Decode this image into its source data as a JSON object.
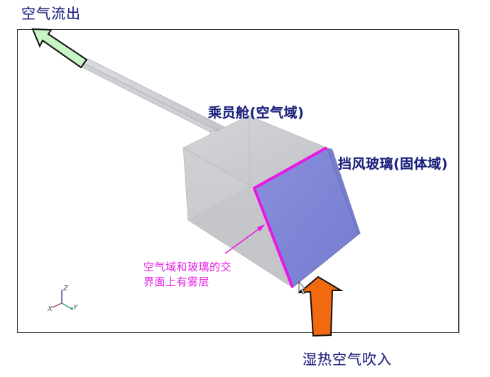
{
  "diagram": {
    "labels": {
      "air_outlet": "空气流出",
      "cabin": "乘员舱(空气域)",
      "windshield": "挡风玻璃(固体域)",
      "interface_note_line1": "空气域和玻璃的交",
      "interface_note_line2": "界面上有雾层",
      "air_inlet": "湿热空气吹入"
    },
    "axes": {
      "x": "X",
      "y": "Y",
      "z": "Z"
    },
    "colors": {
      "label_text": "#1a1f7a",
      "interface_highlight": "#e619e6",
      "glass_fill": "#7f86d8",
      "air_domain_fill": "#c8c9cd",
      "outlet_arrow": "#c8f5c4",
      "inlet_arrow": "#f26a0f",
      "axis_x": "#a0524a",
      "axis_y": "#3aa46a",
      "axis_z": "#3a45a0"
    },
    "arrows": {
      "outlet": "green-arrow-up-left",
      "inlet": "orange-arrow-up"
    }
  }
}
